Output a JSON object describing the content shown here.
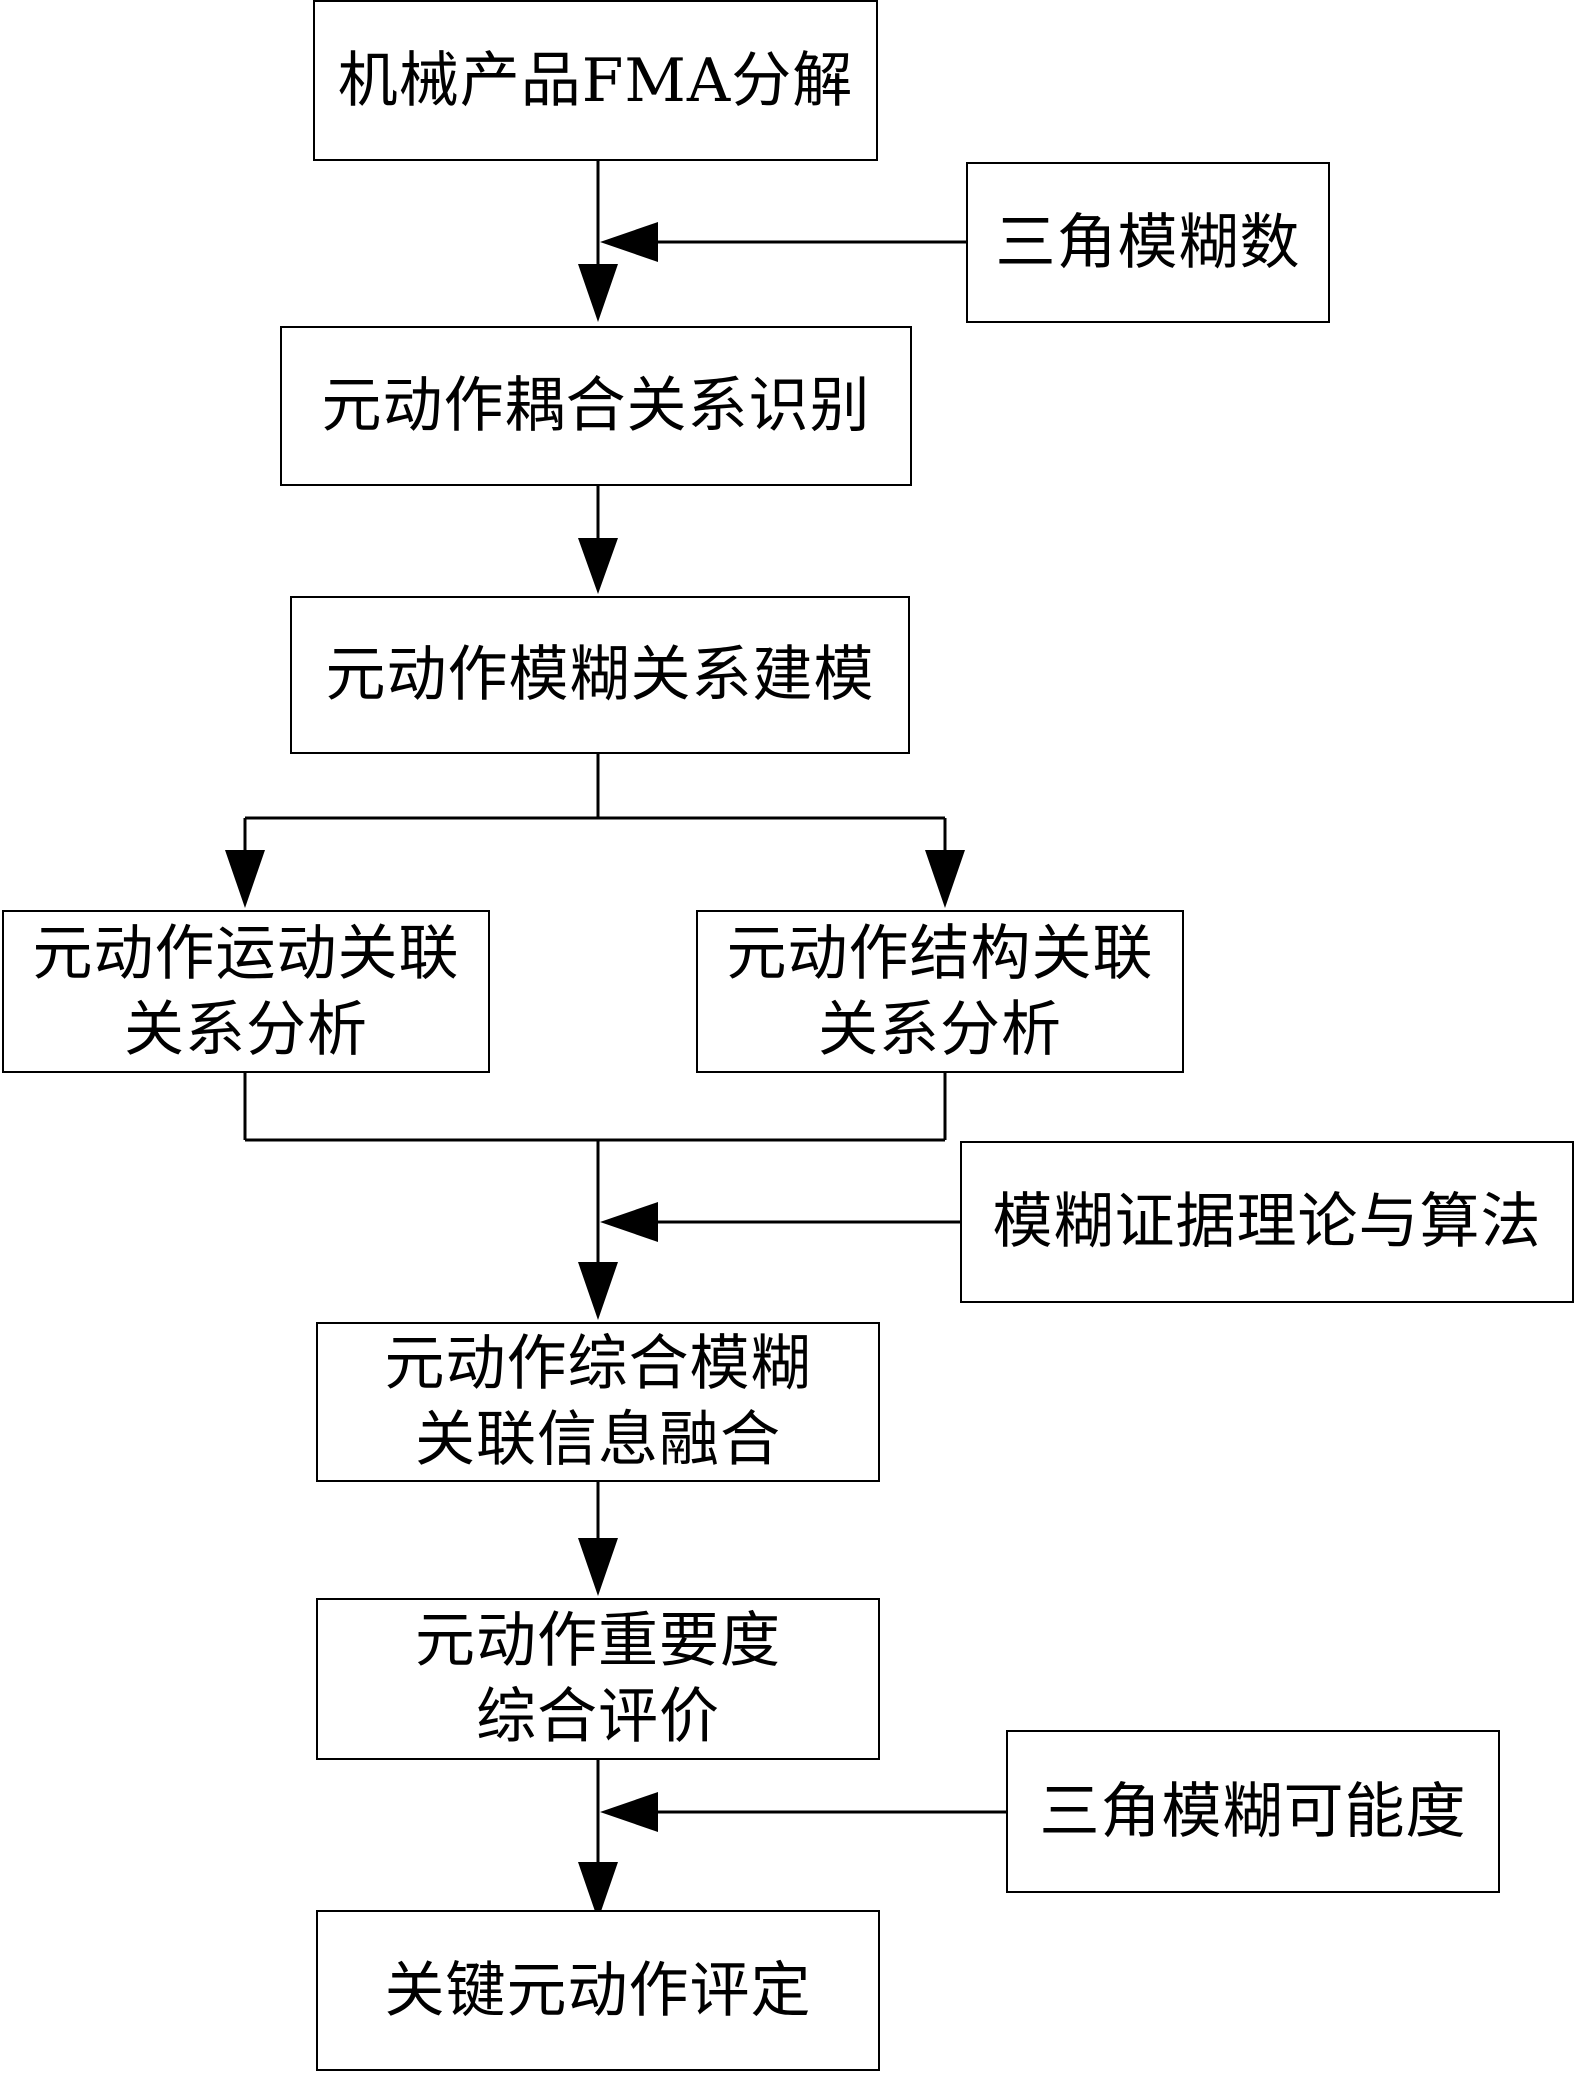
{
  "nodes": {
    "fma_decompose": "机械产品FMA分解",
    "tri_fuzzy_number": "三角模糊数",
    "coupling_identify": "元动作耦合关系识别",
    "fuzzy_modeling": "元动作模糊关系建模",
    "motion_analysis": [
      "元动作运动关联",
      "关系分析"
    ],
    "structure_analysis": [
      "元动作结构关联",
      "关系分析"
    ],
    "evidence_theory": "模糊证据理论与算法",
    "info_fusion": [
      "元动作综合模糊",
      "关联信息融合"
    ],
    "importance_eval": [
      "元动作重要度",
      "综合评价"
    ],
    "tri_fuzzy_possibility": "三角模糊可能度",
    "key_action": "关键元动作评定"
  }
}
